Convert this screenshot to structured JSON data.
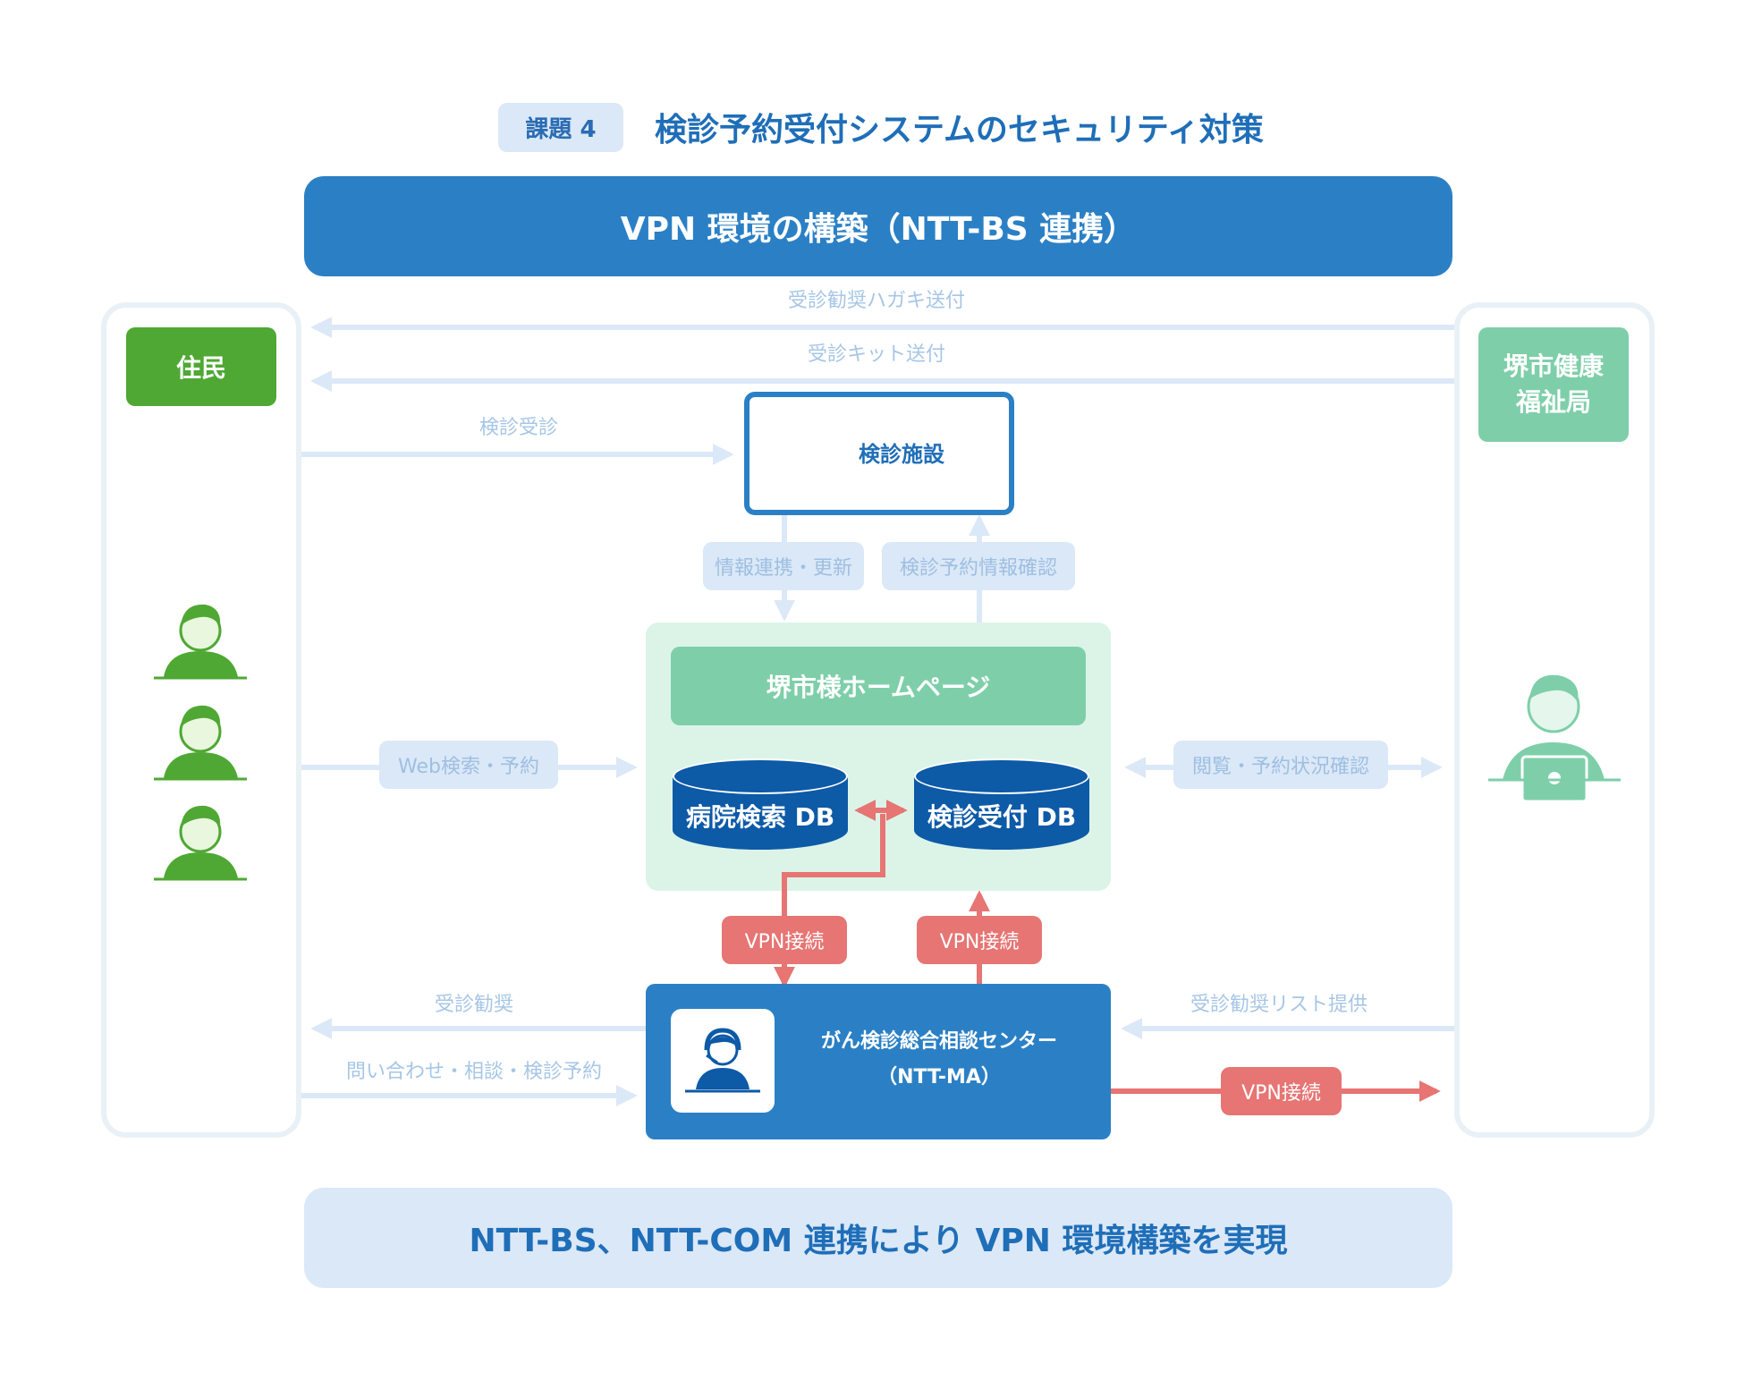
{
  "header": {
    "badge": "課題 4",
    "title": "検診予約受付システムのセキュリティ対策"
  },
  "top_banner": "VPN 環境の構築（NTT-BS 連携）",
  "bottom_banner": "NTT-BS、NTT-COM 連携により VPN 環境構築を実現",
  "actors": {
    "residents": "住民",
    "bureau": "堺市健康\n福祉局"
  },
  "nodes": {
    "facility": "検診施設",
    "homepage": "堺市様ホームページ",
    "hospital_db": "病院検索 DB",
    "reception_db": "検診受付 DB",
    "center_line1": "がん検診総合相談センター",
    "center_line2": "（NTT-MA）"
  },
  "flows": {
    "postcard": "受診勧奨ハガキ送付",
    "kit": "受診キット送付",
    "exam_visit": "検診受診",
    "info_link": "情報連携・更新",
    "reservation_check": "検診予約情報確認",
    "web_search": "Web検索・予約",
    "view_status": "閲覧・予約状況確認",
    "vpn_left": "VPN接続",
    "vpn_right": "VPN接続",
    "vpn_bottom": "VPN接続",
    "recommend": "受診勧奨",
    "inquiry": "問い合わせ・相談・検診予約",
    "list_provide": "受診勧奨リスト提供"
  },
  "colors": {
    "primary_blue": "#2b80c5",
    "light_blue": "#dbe8f7",
    "arrow_light": "#dbe8f7",
    "green": "#4fa834",
    "mint": "#7ecfa9",
    "mint_bg": "#dcf4e8",
    "db_blue": "#0d5aa7",
    "vpn_red": "#e67573"
  }
}
